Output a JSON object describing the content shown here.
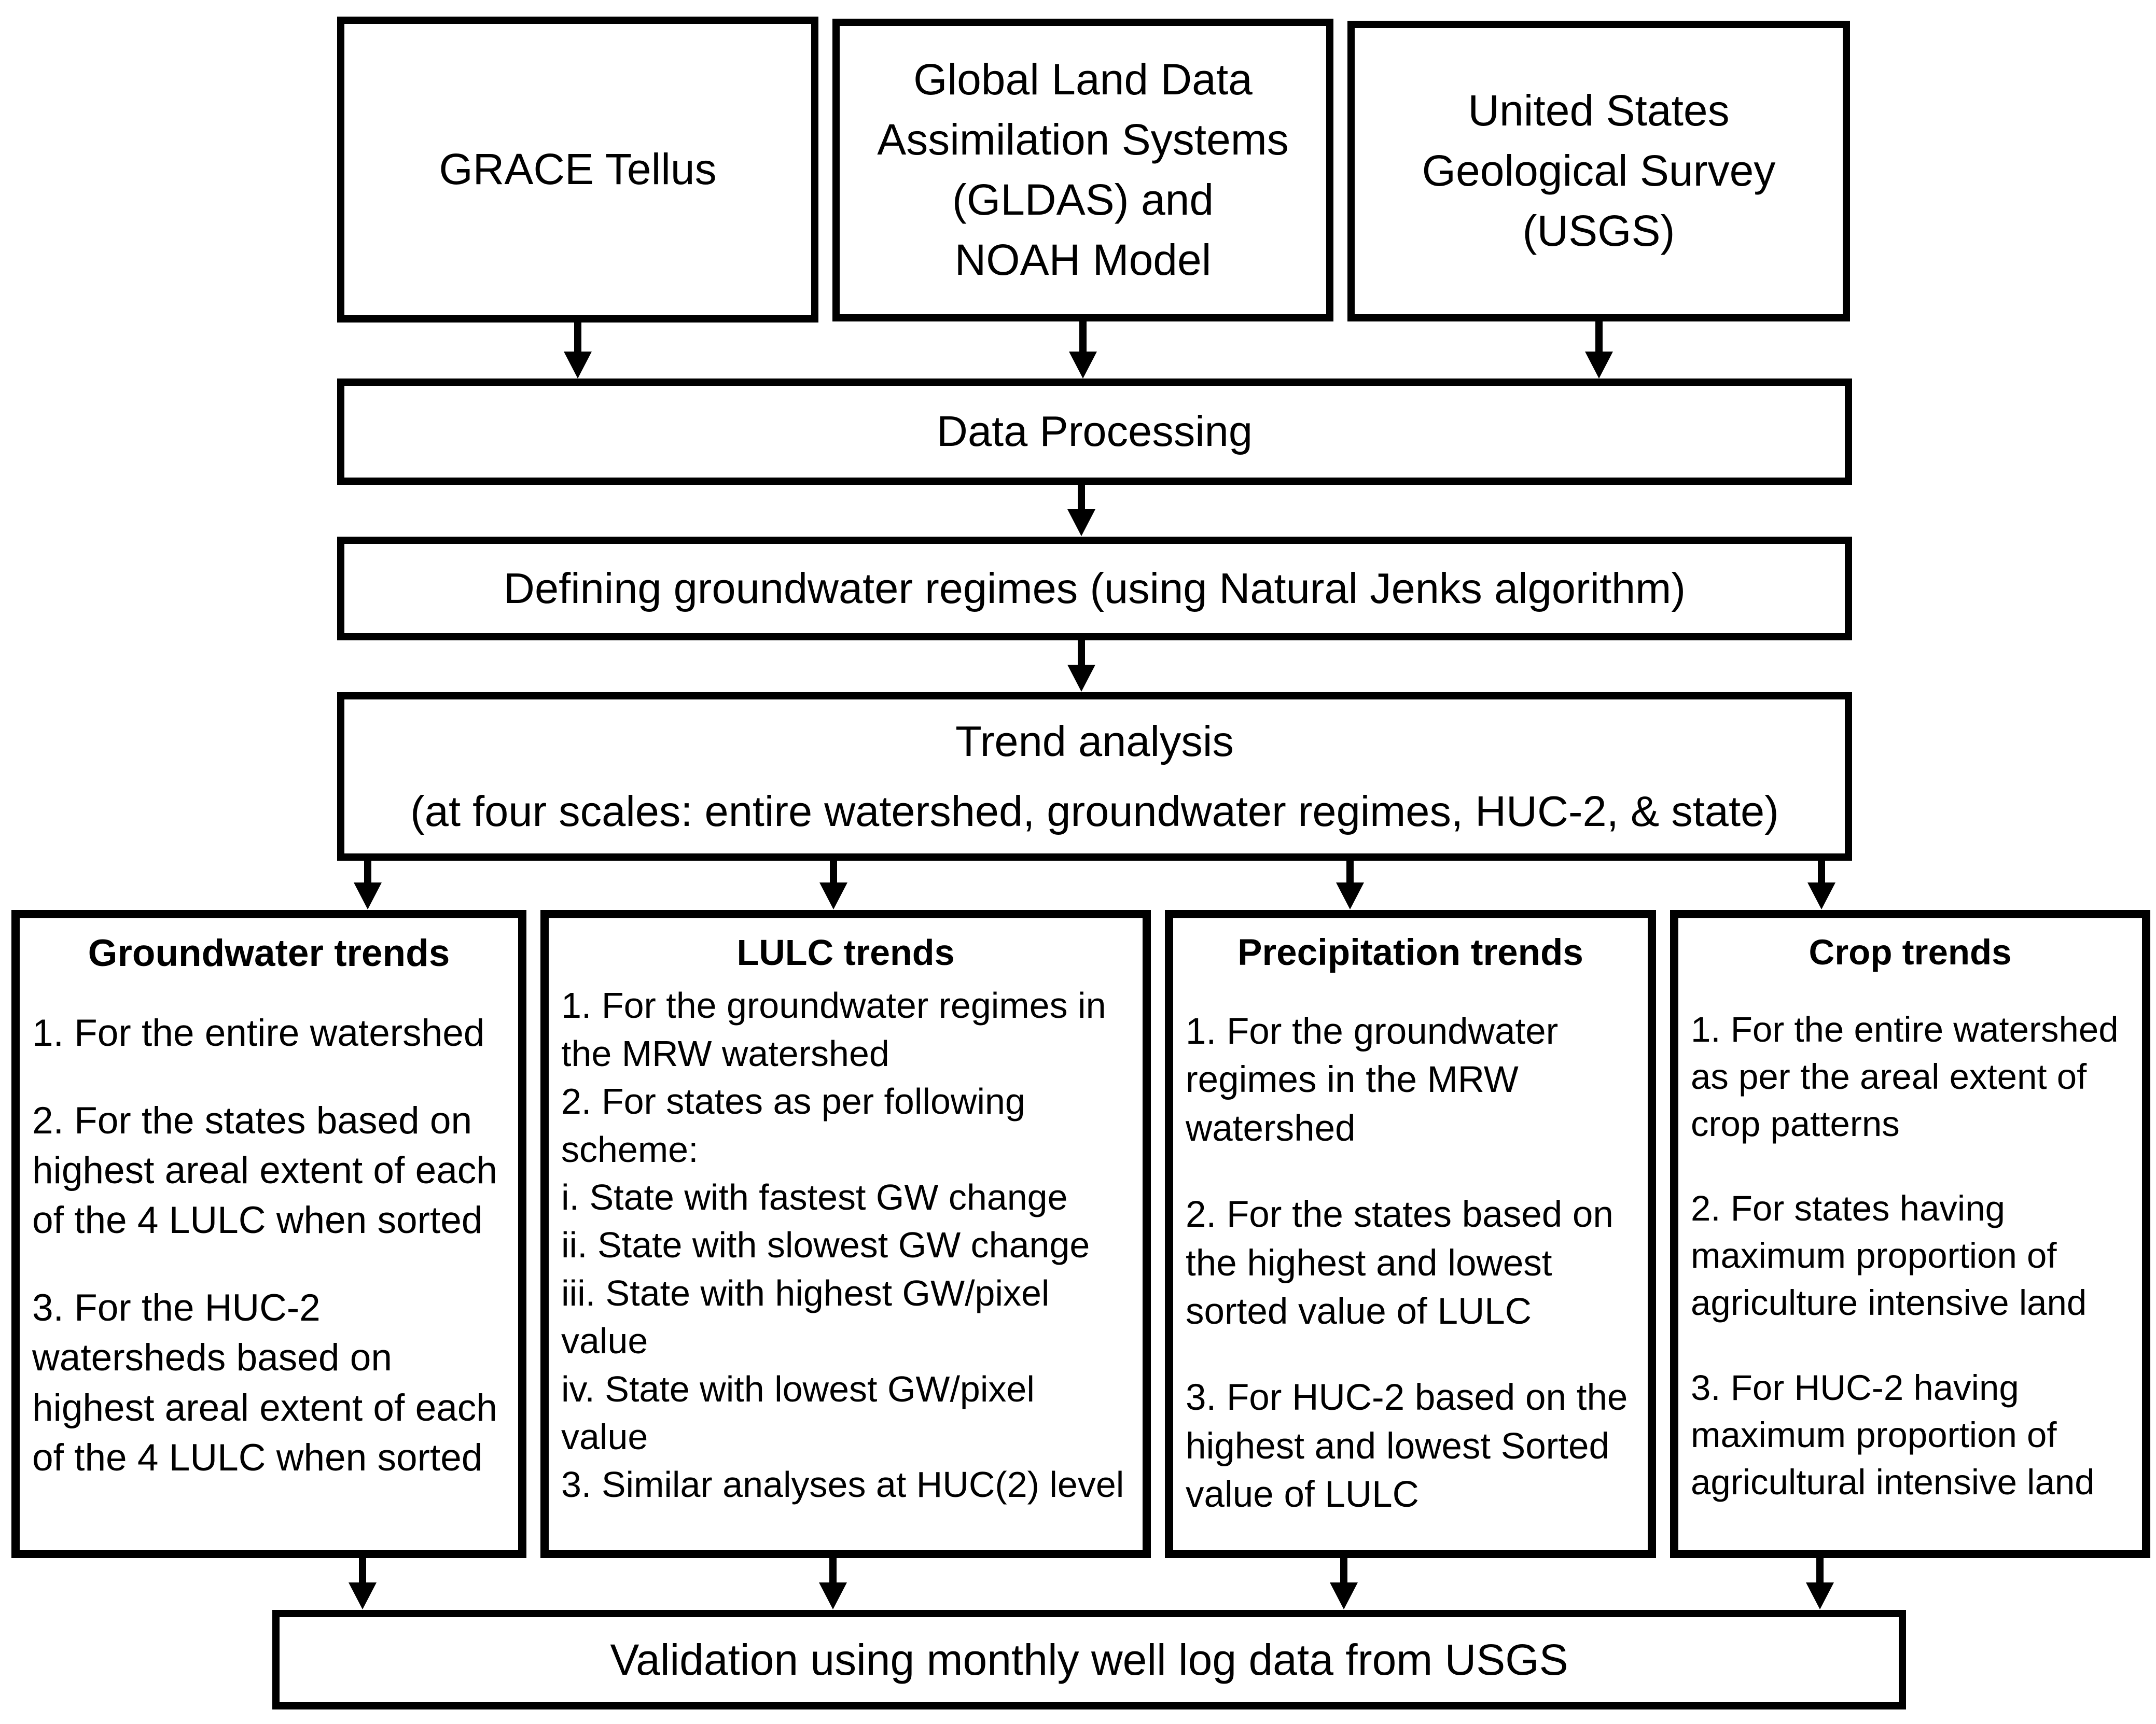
{
  "colors": {
    "background": "#ffffff",
    "foreground": "#000000"
  },
  "sources": [
    {
      "lines": [
        "GRACE Tellus"
      ]
    },
    {
      "lines": [
        "Global Land Data",
        "Assimilation Systems",
        "(GLDAS) and",
        "NOAH Model"
      ]
    },
    {
      "lines": [
        "United States",
        "Geological Survey",
        "(USGS)"
      ]
    }
  ],
  "steps": [
    {
      "lines": [
        "Data Processing"
      ]
    },
    {
      "lines": [
        "Defining groundwater regimes (using Natural Jenks algorithm)"
      ]
    },
    {
      "lines": [
        "Trend analysis",
        "(at four scales: entire watershed, groundwater regimes, HUC-2, & state)"
      ]
    }
  ],
  "trend_boxes": [
    {
      "title": "Groundwater trends",
      "items": [
        "1. For the entire watershed",
        "2. For the states based on\nhighest areal extent of each\nof the 4 LULC when sorted",
        "3. For the HUC-2\nwatersheds based on\nhighest areal extent of each\nof the 4 LULC when sorted"
      ]
    },
    {
      "title": "LULC trends",
      "items": [
        "1. For the groundwater regimes in\nthe MRW watershed",
        "2. For states as per following\nscheme:",
        "i. State with fastest GW change",
        "ii. State with slowest GW change",
        "iii. State with highest GW/pixel\nvalue",
        "iv. State with lowest GW/pixel\nvalue",
        "3. Similar analyses at HUC(2) level"
      ]
    },
    {
      "title": "Precipitation trends",
      "items": [
        "1. For the groundwater\nregimes in the MRW\nwatershed",
        "2. For the states based on\nthe highest and lowest\nsorted value of LULC",
        "3. For HUC-2 based on the\nhighest and lowest Sorted\nvalue of LULC"
      ]
    },
    {
      "title": "Crop trends",
      "items": [
        "1. For the entire watershed\nas per the areal extent of\ncrop patterns",
        "2. For states having\nmaximum proportion of\nagriculture intensive land",
        "3. For HUC-2 having\nmaximum proportion of\nagricultural intensive land"
      ]
    }
  ],
  "validation": {
    "label": "Validation using monthly well log data from USGS"
  }
}
